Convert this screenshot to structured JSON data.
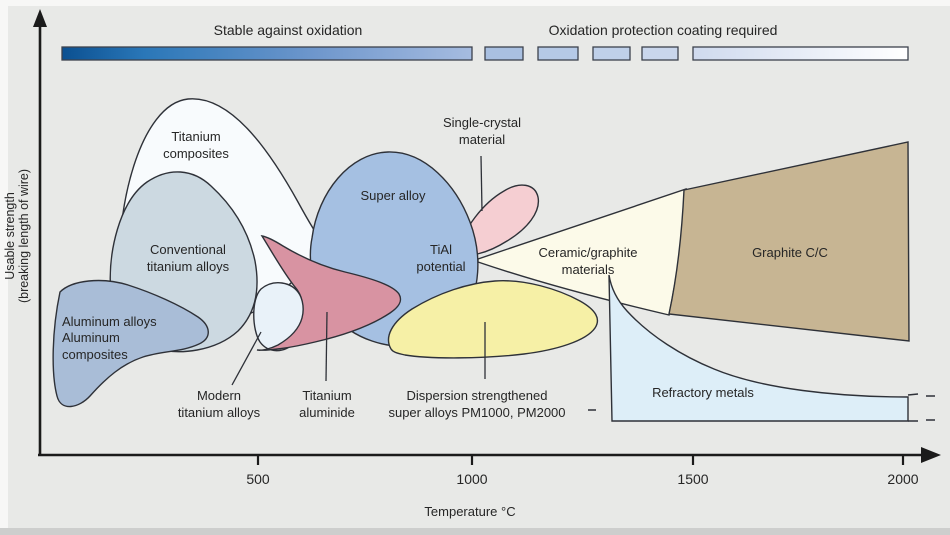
{
  "top_legend": {
    "stable": "Stable against oxidation",
    "coating": "Oxidation protection coating required"
  },
  "axes": {
    "x_title": "Temperature °C",
    "y_title_1": "Usable strength",
    "y_title_2": "(breaking length of wire)",
    "x_ticks": [
      "500",
      "1000",
      "1500",
      "2000"
    ]
  },
  "labels": {
    "titanium_composites": [
      "Titanium",
      "composites"
    ],
    "conventional_titanium": [
      "Conventional",
      "titanium alloys"
    ],
    "aluminum": [
      "Aluminum alloys",
      "Aluminum",
      "composites"
    ],
    "modern_titanium": [
      "Modern",
      "titanium alloys"
    ],
    "titanium_aluminide": [
      "Titanium",
      "aluminide"
    ],
    "super_alloy": [
      "Super alloy"
    ],
    "tial_potential": [
      "TiAl",
      "potential"
    ],
    "single_crystal": [
      "Single-crystal",
      "material"
    ],
    "dispersion": [
      "Dispersion strengthened",
      "super alloys PM1000, PM2000"
    ],
    "ceramic_graphite": [
      "Ceramic/graphite",
      "materials"
    ],
    "graphite_cc": [
      "Graphite C/C"
    ],
    "refractory": [
      "Refractory metals"
    ]
  },
  "colors": {
    "panel_bg": "#e8e9e7",
    "margin_bg": "#f7f7f6",
    "bottom_strip": "#cdcecd",
    "bar_stop1": "#0b5091",
    "bar_stop2": "#2a77b8",
    "bar_stop3": "#6f97cc",
    "bar_stop4": "#a6bce0",
    "dash1": "#a9c0e1",
    "dash2": "#b5c9e6",
    "dash3": "#bfd0e9",
    "dash4": "#c9d6ec",
    "long_start": "#cfdaee",
    "long_end": "#ffffff",
    "titanium_composites": "#f8fbfd",
    "conventional": "#ccd9e1",
    "modern": "#e9f2f9",
    "aluminum": "#a9bdd7",
    "super_alloy": "#a5c0e2",
    "aluminide": "#d893a2",
    "single_crystal": "#f5ced2",
    "dispersion": "#f6f0a6",
    "ceramic": "#fcfae9",
    "graphite": "#c7b593",
    "refractory": "#ddeef8"
  },
  "chart_data": {
    "type": "area",
    "title": "Usable strength of high-temperature materials vs temperature",
    "xlabel": "Temperature °C",
    "ylabel": "Usable strength (breaking length of wire)",
    "x_ticks": [
      500,
      1000,
      1500,
      2000
    ],
    "x_range": [
      0,
      2100
    ],
    "grid": false,
    "legend_position": "top",
    "oxidation_bands": [
      {
        "label": "Stable against oxidation",
        "temp_range_c": [
          50,
          1000
        ],
        "style": "solid gradient dark-blue to light-blue"
      },
      {
        "label": "Oxidation protection coating required",
        "temp_range_c": [
          1030,
          2010
        ],
        "style": "dashed segments fading to white"
      }
    ],
    "regions": [
      {
        "name": "Aluminum alloys / Aluminum composites",
        "temp_range_c": [
          30,
          390
        ],
        "relative_strength_peak": 0.4,
        "color": "#a9bdd7"
      },
      {
        "name": "Titanium composites",
        "temp_range_c": [
          180,
          650
        ],
        "relative_strength_peak": 0.81,
        "color": "#f8fbfd"
      },
      {
        "name": "Conventional titanium alloys",
        "temp_range_c": [
          160,
          540
        ],
        "relative_strength_peak": 0.64,
        "color": "#ccd9e1"
      },
      {
        "name": "Modern titanium alloys",
        "temp_range_c": [
          450,
          620
        ],
        "relative_strength_peak": 0.4,
        "color": "#e9f2f9"
      },
      {
        "name": "Titanium aluminide",
        "temp_range_c": [
          490,
          840
        ],
        "relative_strength_peak": 0.52,
        "color": "#d893a2"
      },
      {
        "name": "Super alloy (TiAl potential)",
        "temp_range_c": [
          620,
          1010
        ],
        "relative_strength_peak": 0.69,
        "color": "#a5c0e2"
      },
      {
        "name": "Single-crystal material",
        "temp_range_c": [
          950,
          1150
        ],
        "relative_strength_peak": 0.62,
        "color": "#f5ced2"
      },
      {
        "name": "Dispersion strengthened super alloys PM1000, PM2000",
        "temp_range_c": [
          800,
          1300
        ],
        "relative_strength_peak": 0.41,
        "color": "#f6f0a6"
      },
      {
        "name": "Ceramic/graphite materials",
        "temp_range_c": [
          1010,
          1490
        ],
        "relative_strength_peak": 0.61,
        "color": "#fcfae9"
      },
      {
        "name": "Graphite C/C",
        "temp_range_c": [
          1450,
          2010
        ],
        "relative_strength_peak": 0.72,
        "color": "#c7b593"
      },
      {
        "name": "Refractory metals",
        "temp_range_c": [
          1320,
          2060
        ],
        "relative_strength_peak": 0.41,
        "strength_at_max_temp": 0.13,
        "color": "#ddeef8"
      }
    ]
  }
}
